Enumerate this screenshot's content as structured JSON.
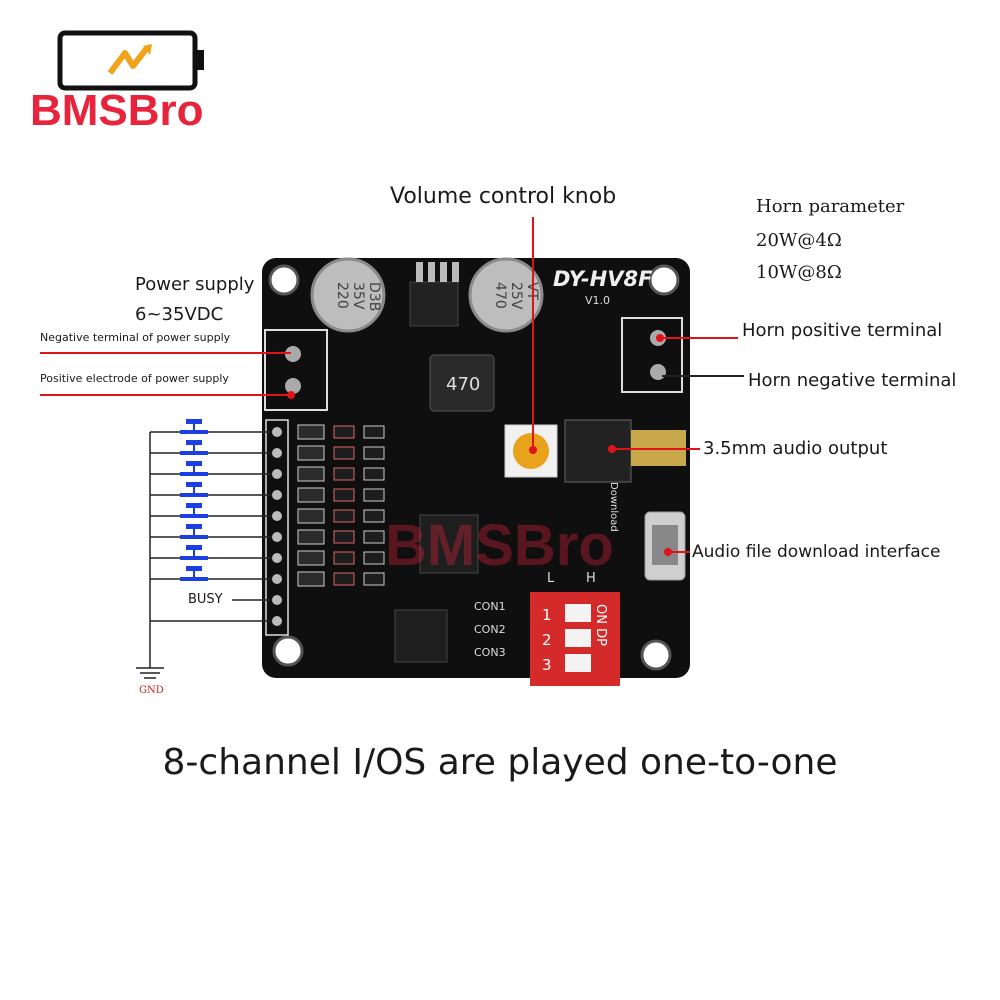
{
  "brand": {
    "name": "BMSBro",
    "color": "#e8243c"
  },
  "labels": {
    "volume_knob": "Volume control knob",
    "horn_parameter": "Horn parameter",
    "horn_spec_1": "20W@4Ω",
    "horn_spec_2": "10W@8Ω",
    "power_supply": "Power supply",
    "power_voltage": "6~35VDC",
    "power_negative": "Negative terminal of power supply",
    "power_positive": "Positive electrode of power supply",
    "horn_positive": "Horn positive terminal",
    "horn_negative": "Horn negative terminal",
    "audio_output": "3.5mm audio output",
    "download_interface": "Audio file download interface",
    "busy": "BUSY",
    "gnd": "GND"
  },
  "board": {
    "model": "DY-HV8F",
    "version": "V1.0",
    "cap1_text": [
      "220",
      "35V",
      "D3B"
    ],
    "cap2_text": [
      "470",
      "25V",
      "VT"
    ],
    "inductor": "470",
    "con_labels": [
      "CON1",
      "CON2",
      "CON3"
    ],
    "dip_on": "ON DP",
    "dip_numbers": [
      "1",
      "2",
      "3"
    ],
    "silk_lh": [
      "L",
      "H"
    ],
    "silk_download": "Download"
  },
  "caption": "8-channel I/OS are played one-to-one",
  "colors": {
    "pointer": "#e0121a",
    "board": "#111111",
    "button": "#1b3fe0",
    "dip": "#d42a2a"
  }
}
